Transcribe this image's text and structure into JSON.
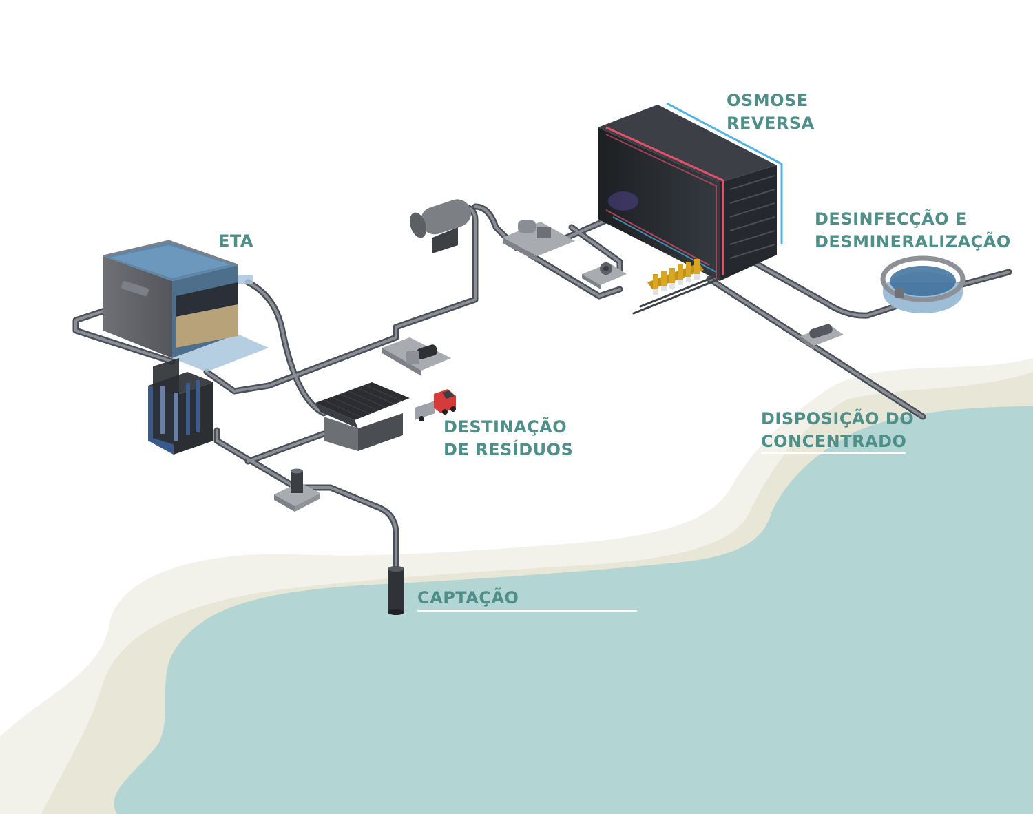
{
  "labels": {
    "osmose": [
      "OSMOSE",
      "REVERSA"
    ],
    "desinfeccao": [
      "DESINFECÇÃO E",
      "DESMINERALIZAÇÃO"
    ],
    "eta": "ETA",
    "destinacao": [
      "DESTINAÇÃO",
      "DE RESÍDUOS"
    ],
    "disposicao": [
      "DISPOSIÇÃO DO",
      "CONCENTRADO"
    ],
    "captacao": "CAPTAÇÃO"
  },
  "colors": {
    "label": "#4f8f8a",
    "water": "#b3d5d4",
    "sand": "#e8e7d7",
    "sand_light": "#f3f2ea",
    "pipe": "#6c7079",
    "equipment_dark": "#2e3033",
    "membrane_red": "#e8506a",
    "membrane_blue": "#4fb3e6",
    "valve_gold": "#d8a623",
    "truck_red": "#d63a3a"
  }
}
